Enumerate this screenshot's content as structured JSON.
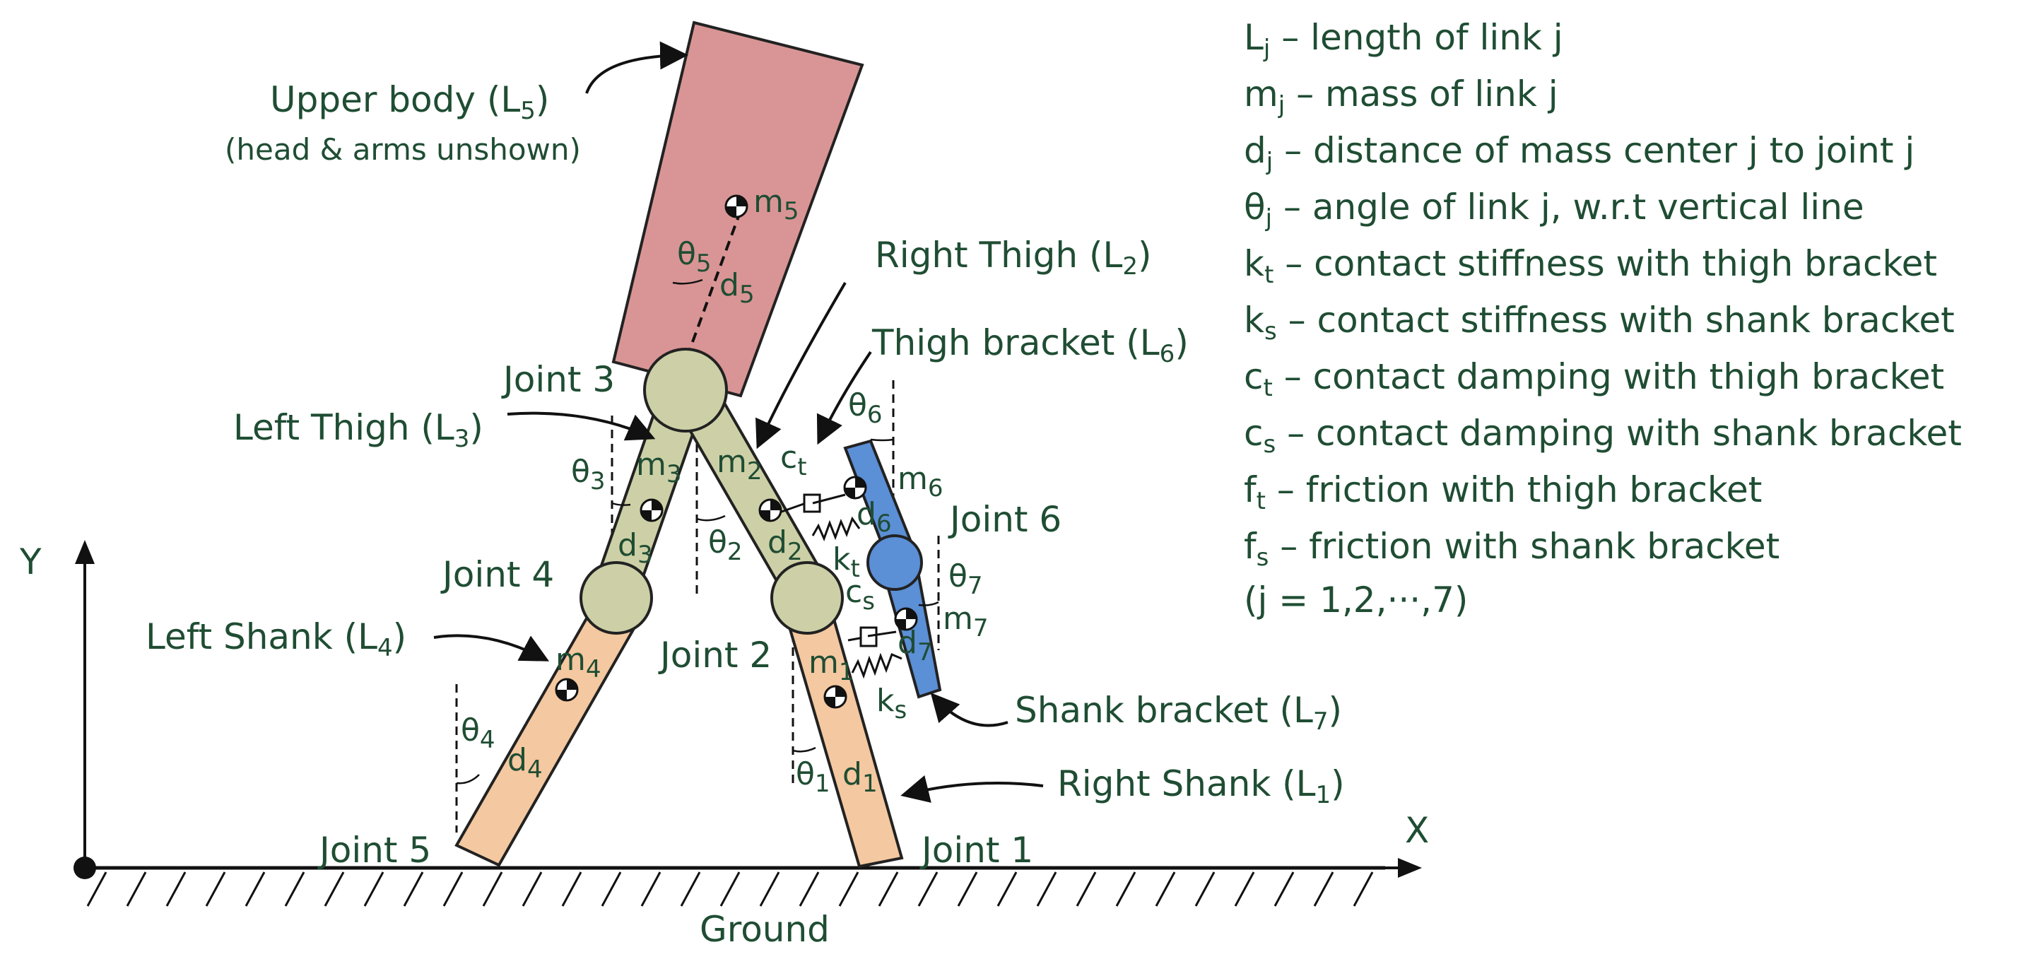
{
  "colors": {
    "text": "#1f4d33",
    "upper_body": "#d99595",
    "thigh": "#cdd0a6",
    "shank": "#f4c8a0",
    "bracket": "#5b8fd6",
    "outline": "#222222"
  },
  "labels": {
    "upper_body": {
      "pre": "Upper body (L",
      "sub": "5",
      "post": ")"
    },
    "upper_body_note": "(head & arms unshown)",
    "right_thigh": {
      "pre": "Right Thigh (L",
      "sub": "2",
      "post": ")"
    },
    "thigh_bracket": {
      "pre": "Thigh bracket (L",
      "sub": "6",
      "post": ")"
    },
    "left_thigh": {
      "pre": "Left Thigh (L",
      "sub": "3",
      "post": ")"
    },
    "left_shank": {
      "pre": "Left Shank (L",
      "sub": "4",
      "post": ")"
    },
    "shank_bracket": {
      "pre": "Shank bracket (L",
      "sub": "7",
      "post": ")"
    },
    "right_shank": {
      "pre": "Right Shank (L",
      "sub": "1",
      "post": ")"
    },
    "joint1": "Joint 1",
    "joint2": "Joint 2",
    "joint3": "Joint 3",
    "joint4": "Joint 4",
    "joint5": "Joint 5",
    "joint6": "Joint 6",
    "axis_x": "X",
    "axis_y": "Y",
    "ground": "Ground"
  },
  "symbols": {
    "m5": {
      "b": "m",
      "s": "5"
    },
    "d5": {
      "b": "d",
      "s": "5"
    },
    "th5": {
      "b": "θ",
      "s": "5"
    },
    "m3": {
      "b": "m",
      "s": "3"
    },
    "d3": {
      "b": "d",
      "s": "3"
    },
    "th3": {
      "b": "θ",
      "s": "3"
    },
    "m2": {
      "b": "m",
      "s": "2"
    },
    "d2": {
      "b": "d",
      "s": "2"
    },
    "th2": {
      "b": "θ",
      "s": "2"
    },
    "m6": {
      "b": "m",
      "s": "6"
    },
    "d6": {
      "b": "d",
      "s": "6"
    },
    "th6": {
      "b": "θ",
      "s": "6"
    },
    "m7": {
      "b": "m",
      "s": "7"
    },
    "d7": {
      "b": "d",
      "s": "7"
    },
    "th7": {
      "b": "θ",
      "s": "7"
    },
    "m4": {
      "b": "m",
      "s": "4"
    },
    "d4": {
      "b": "d",
      "s": "4"
    },
    "th4": {
      "b": "θ",
      "s": "4"
    },
    "m1": {
      "b": "m",
      "s": "1"
    },
    "d1": {
      "b": "d",
      "s": "1"
    },
    "th1": {
      "b": "θ",
      "s": "1"
    },
    "ct": {
      "b": "c",
      "s": "t"
    },
    "kt": {
      "b": "k",
      "s": "t"
    },
    "cs": {
      "b": "c",
      "s": "s"
    },
    "ks": {
      "b": "k",
      "s": "s"
    }
  },
  "legend": [
    {
      "sym": "L",
      "sub": "j",
      "desc": " –  length of link j"
    },
    {
      "sym": "m",
      "sub": "j",
      "desc": " –  mass of link j"
    },
    {
      "sym": "d",
      "sub": "j",
      "desc": " –  distance of mass center j to joint j"
    },
    {
      "sym": "θ",
      "sub": "j",
      "desc": " –  angle of link j, w.r.t vertical line"
    },
    {
      "sym": "k",
      "sub": "t",
      "desc": " –  contact stiffness with thigh bracket"
    },
    {
      "sym": "k",
      "sub": "s",
      "desc": " –  contact stiffness with shank bracket"
    },
    {
      "sym": "c",
      "sub": "t",
      "desc": " –  contact damping with thigh bracket"
    },
    {
      "sym": "c",
      "sub": "s",
      "desc": " –  contact damping with shank bracket"
    },
    {
      "sym": "f",
      "sub": "t",
      "desc": " –  friction with thigh bracket"
    },
    {
      "sym": "f",
      "sub": "s",
      "desc": " –  friction with shank bracket"
    }
  ],
  "legend_note": "(j = 1,2,···,7)"
}
